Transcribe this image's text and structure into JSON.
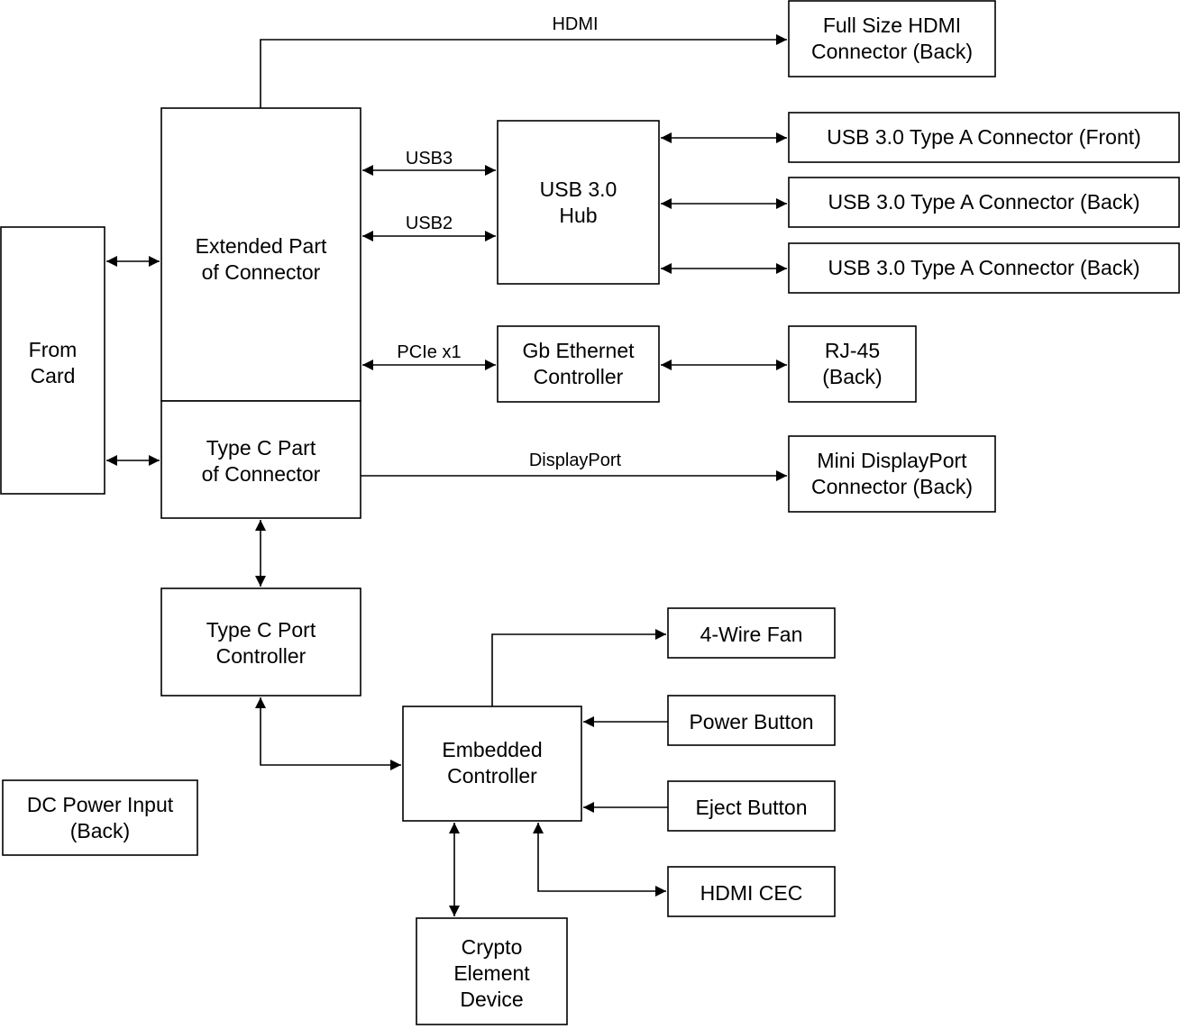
{
  "nodes": {
    "hdmi_connector": [
      "Full Size HDMI",
      "Connector (Back)"
    ],
    "extended_part": [
      "Extended Part",
      "of Connector"
    ],
    "usb_hub": [
      "USB 3.0",
      "Hub"
    ],
    "usb_front": [
      "USB 3.0 Type A Connector (Front)"
    ],
    "usb_back_1": [
      "USB 3.0 Type A Connector (Back)"
    ],
    "usb_back_2": [
      "USB 3.0 Type A Connector (Back)"
    ],
    "from_card": [
      "From",
      "Card"
    ],
    "gb_ethernet": [
      "Gb Ethernet",
      "Controller"
    ],
    "rj45": [
      "RJ-45",
      "(Back)"
    ],
    "type_c_part": [
      "Type C Part",
      "of Connector"
    ],
    "mini_dp": [
      "Mini DisplayPort",
      "Connector (Back)"
    ],
    "type_c_controller": [
      "Type C Port",
      "Controller"
    ],
    "fan": [
      "4-Wire Fan"
    ],
    "power_button": [
      "Power Button"
    ],
    "embedded_controller": [
      "Embedded",
      "Controller"
    ],
    "dc_power": [
      "DC Power Input",
      "(Back)"
    ],
    "eject_button": [
      "Eject Button"
    ],
    "hdmi_cec": [
      "HDMI CEC"
    ],
    "crypto": [
      "Crypto",
      "Element",
      "Device"
    ]
  },
  "edge_labels": {
    "hdmi": "HDMI",
    "usb3": "USB3",
    "usb2": "USB2",
    "pcie": "PCIe x1",
    "displayport": "DisplayPort"
  }
}
